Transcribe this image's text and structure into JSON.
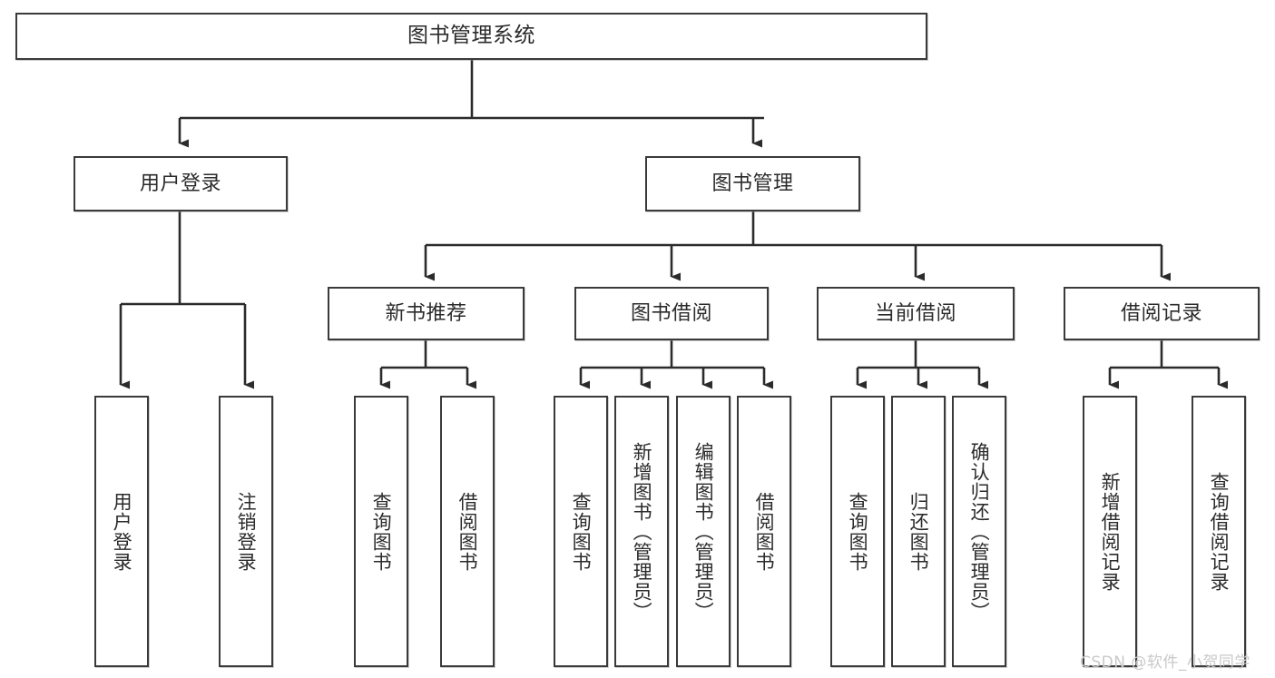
{
  "diagram": {
    "type": "tree-hierarchy",
    "title": "图书管理系统",
    "watermark": "CSDN @软件_小贺同学",
    "colors": {
      "box_border": "#3a3a3a",
      "box_fill": "#ffffff",
      "connector": "#2b2b2b",
      "text": "#2b2b2b",
      "watermark": "#c9c9c9",
      "background": "#ffffff"
    },
    "nodes": {
      "root": {
        "label": "图书管理系统"
      },
      "level1": [
        {
          "id": "user-login",
          "label": "用户登录"
        },
        {
          "id": "book-manage",
          "label": "图书管理"
        }
      ],
      "level2": [
        {
          "id": "new-book-recommend",
          "label": "新书推荐"
        },
        {
          "id": "book-borrow",
          "label": "图书借阅"
        },
        {
          "id": "current-borrow",
          "label": "当前借阅"
        },
        {
          "id": "borrow-record",
          "label": "借阅记录"
        }
      ],
      "leaves": {
        "user-login": [
          {
            "id": "leaf-user-login",
            "label": "用户登录"
          },
          {
            "id": "leaf-logout-login",
            "label": "注销登录"
          }
        ],
        "new-book-recommend": [
          {
            "id": "leaf-query-book-1",
            "label": "查询图书"
          },
          {
            "id": "leaf-borrow-book-1",
            "label": "借阅图书"
          }
        ],
        "book-borrow": [
          {
            "id": "leaf-query-book-2",
            "label": "查询图书"
          },
          {
            "id": "leaf-add-book",
            "label": "新增图书（管理员）"
          },
          {
            "id": "leaf-edit-book",
            "label": "编辑图书（管理员）"
          },
          {
            "id": "leaf-borrow-book-2",
            "label": "借阅图书"
          }
        ],
        "current-borrow": [
          {
            "id": "leaf-query-book-3",
            "label": "查询图书"
          },
          {
            "id": "leaf-return-book",
            "label": "归还图书"
          },
          {
            "id": "leaf-confirm-return",
            "label": "确认归还（管理员）"
          }
        ],
        "borrow-record": [
          {
            "id": "leaf-add-record",
            "label": "新增借阅记录"
          },
          {
            "id": "leaf-query-record",
            "label": "查询借阅记录"
          }
        ]
      }
    }
  }
}
